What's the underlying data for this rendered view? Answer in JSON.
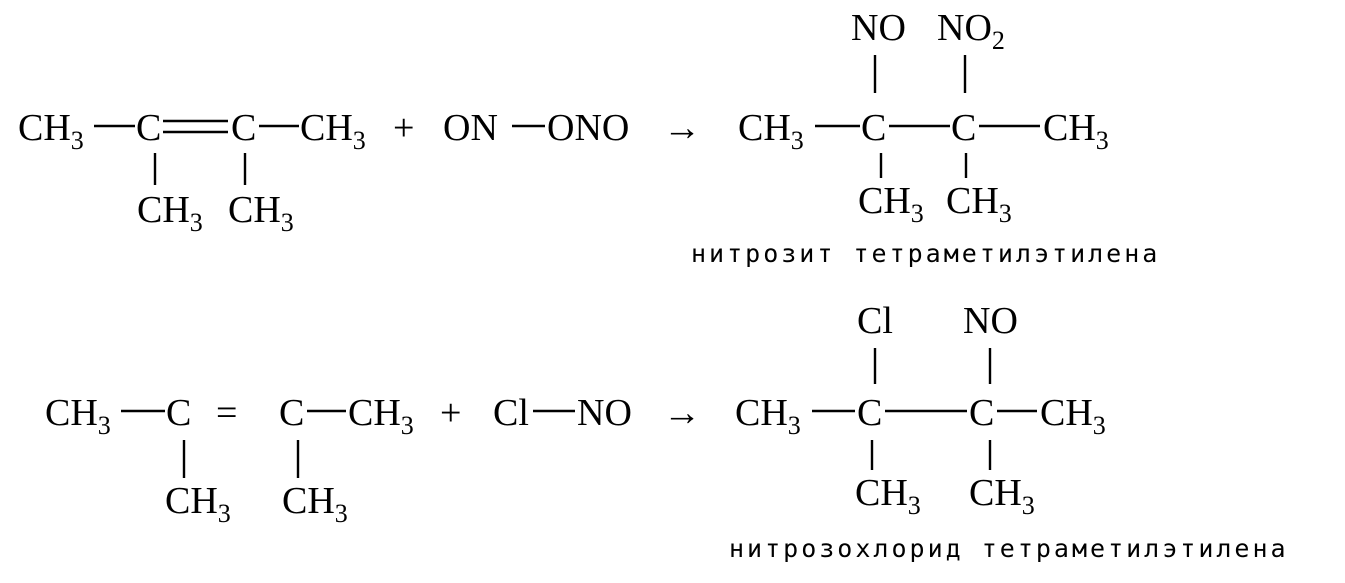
{
  "reaction_1": {
    "reactant_1": {
      "ch3_left": "CH",
      "ch3_left_sub": "3",
      "c_left": "C",
      "c_right": "C",
      "ch3_right": "CH",
      "ch3_right_sub": "3",
      "methyl_1": "CH",
      "methyl_1_sub": "3",
      "methyl_2": "CH",
      "methyl_2_sub": "3"
    },
    "plus": "+",
    "reagent": {
      "left": "ON",
      "right": "ONO"
    },
    "arrow": "→",
    "product": {
      "ch3_left": "CH",
      "ch3_left_sub": "3",
      "c_1": "C",
      "c_2": "C",
      "ch3_right": "CH",
      "ch3_right_sub": "3",
      "top_1": "NO",
      "top_2": "NO",
      "top_2_sub": "2",
      "bottom_1": "CH",
      "bottom_1_sub": "3",
      "bottom_2": "CH",
      "bottom_2_sub": "3",
      "caption": "нитрозит тетраметилэтилена"
    }
  },
  "reaction_2": {
    "reactant_1": {
      "ch3_left": "CH",
      "ch3_left_sub": "3",
      "c_left": "C",
      "equals": "=",
      "c_right": "C",
      "ch3_right": "CH",
      "ch3_right_sub": "3",
      "methyl_1": "CH",
      "methyl_1_sub": "3",
      "methyl_2": "CH",
      "methyl_2_sub": "3"
    },
    "plus": "+",
    "reagent": {
      "left": "Cl",
      "right": "NO"
    },
    "arrow": "→",
    "product": {
      "ch3_left": "CH",
      "ch3_left_sub": "3",
      "c_1": "C",
      "c_2": "C",
      "ch3_right": "CH",
      "ch3_right_sub": "3",
      "top_1": "Cl",
      "top_2": "NO",
      "bottom_1": "CH",
      "bottom_1_sub": "3",
      "bottom_2": "CH",
      "bottom_2_sub": "3",
      "caption": "нитрозохлорид тетраметилэтилена"
    }
  }
}
